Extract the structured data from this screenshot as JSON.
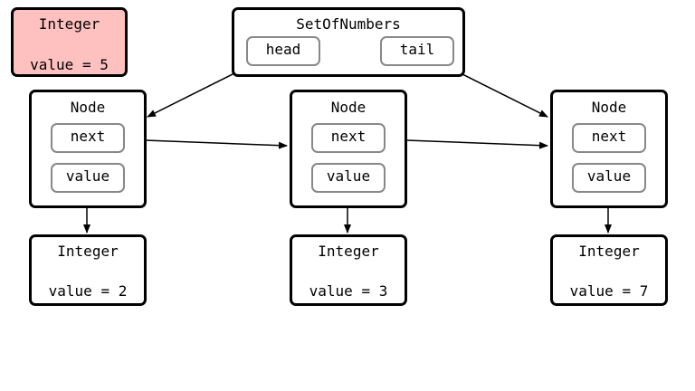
{
  "loose_integer": {
    "title": "Integer",
    "value_text": "value = 5",
    "fill": "#ffc0c0"
  },
  "set": {
    "title": "SetOfNumbers",
    "head_label": "head",
    "tail_label": "tail"
  },
  "nodes": [
    {
      "title": "Node",
      "next_label": "next",
      "value_label": "value"
    },
    {
      "title": "Node",
      "next_label": "next",
      "value_label": "value"
    },
    {
      "title": "Node",
      "next_label": "next",
      "value_label": "value"
    }
  ],
  "integers": [
    {
      "title": "Integer",
      "value_text": "value = 2"
    },
    {
      "title": "Integer",
      "value_text": "value = 3"
    },
    {
      "title": "Integer",
      "value_text": "value = 7"
    }
  ]
}
